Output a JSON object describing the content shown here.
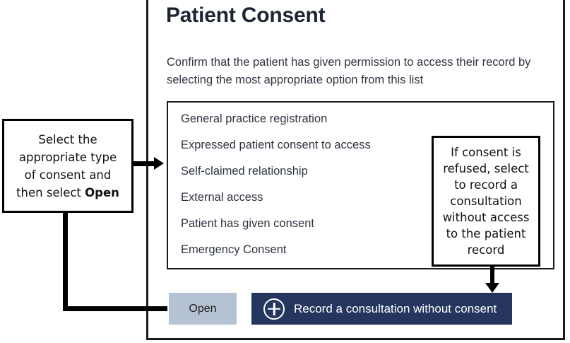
{
  "panel": {
    "title": "Patient Consent",
    "description": "Confirm that the patient has given permission to access their record by selecting the most appropriate option from this list",
    "options": [
      "General practice registration",
      "Expressed patient consent to access",
      "Self-claimed relationship",
      "External access",
      "Patient has given consent",
      "Emergency Consent"
    ],
    "buttons": {
      "open_label": "Open",
      "record_label": "Record a consultation without consent",
      "record_icon": "plus-circle-icon"
    }
  },
  "annotations": {
    "left": {
      "line1": "Select the",
      "line2": "appropriate type",
      "line3": "of consent and",
      "line4_prefix": "then select ",
      "line4_bold": "Open"
    },
    "right": {
      "text": "If consent is refused, select to record a consultation without access to the patient record"
    }
  },
  "colors": {
    "panel_border": "#1b1b1b",
    "title": "#1d2433",
    "body_text": "#2e3440",
    "open_button_bg": "#b5c2d4",
    "record_button_bg": "#25365e",
    "record_button_text": "#ffffff",
    "annotation_border": "#000000"
  }
}
